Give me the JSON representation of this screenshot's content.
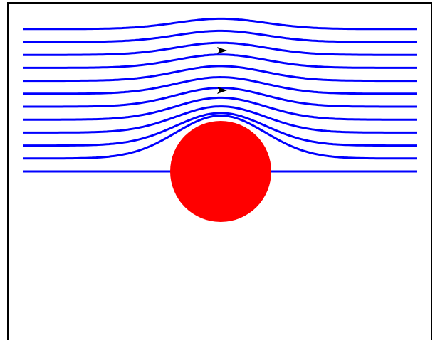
{
  "diagram": {
    "type": "streamlines-around-cylinder",
    "streamline_count": 12,
    "arrow_markers": 2,
    "colors": {
      "streamline": "#0000ff",
      "obstacle": "#ff0000",
      "arrow": "#000000",
      "frame": "#000000",
      "background": "#ffffff"
    }
  }
}
